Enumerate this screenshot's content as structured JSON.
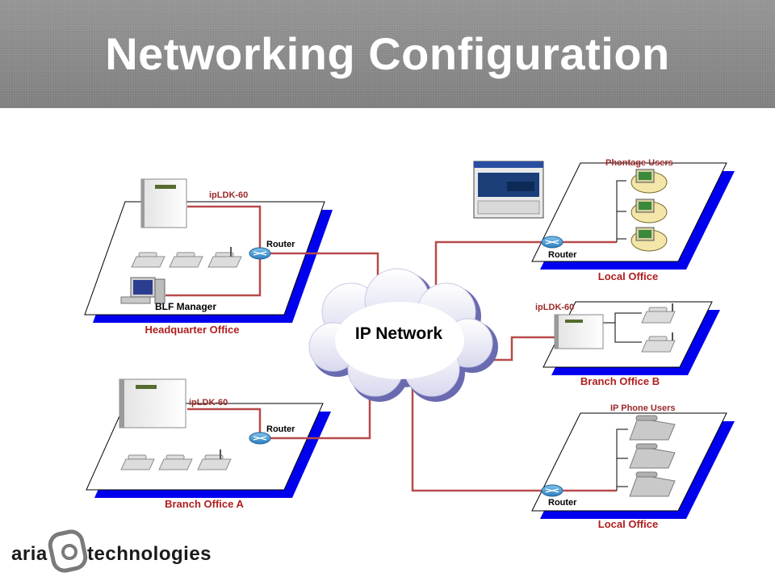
{
  "header": {
    "title": "Networking Configuration"
  },
  "cloud": {
    "label": "IP Network"
  },
  "offices": {
    "hq": {
      "label": "Headquarter Office",
      "device": "ipLDK-60",
      "router": "Router",
      "pc": "BLF Manager"
    },
    "branch_a": {
      "label": "Branch Office A",
      "device": "ipLDK-60",
      "router": "Router"
    },
    "local_top": {
      "label": "Local Office",
      "users": "Phontage Users",
      "router": "Router"
    },
    "branch_b": {
      "label": "Branch Office B",
      "device": "ipLDK-60"
    },
    "local_bottom": {
      "label": "Local Office",
      "users": "IP Phone Users",
      "router": "Router"
    }
  },
  "logo": {
    "left": "aria",
    "right": "technologies"
  },
  "colors": {
    "link": "#b84a4a",
    "platform_shadow": "#0000ee",
    "office_label": "#b01e1e",
    "device_label": "#9b2a2a"
  }
}
